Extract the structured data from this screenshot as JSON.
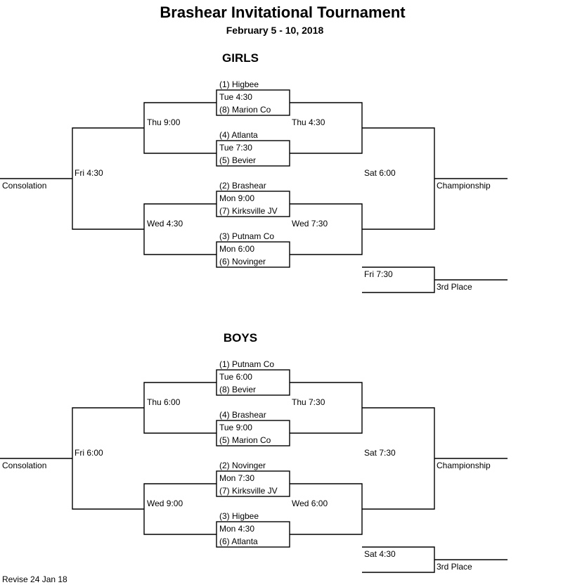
{
  "header": {
    "title": "Brashear Invitational Tournament",
    "dates": "February 5 - 10, 2018"
  },
  "girls": {
    "heading": "GIRLS",
    "games": [
      {
        "seed_top": "(1) Higbee",
        "time": "Tue 4:30",
        "seed_bottom": "(8) Marion Co"
      },
      {
        "seed_top": "(4) Atlanta",
        "time": "Tue 7:30",
        "seed_bottom": "(5) Bevier"
      },
      {
        "seed_top": "(2) Brashear",
        "time": "Mon 9:00",
        "seed_bottom": "(7) Kirksville JV"
      },
      {
        "seed_top": "(3) Putnam Co",
        "time": "Mon 6:00",
        "seed_bottom": "(6) Novinger"
      }
    ],
    "cons_semi_top": "Thu 9:00",
    "cons_semi_bottom": "Wed 4:30",
    "cons_final": "Fri 4:30",
    "consolation": "Consolation",
    "semi_top": "Thu 4:30",
    "semi_bottom": "Wed 7:30",
    "final": "Sat 6:00",
    "championship": "Championship",
    "third_time": "Fri 7:30",
    "third_place": "3rd Place"
  },
  "boys": {
    "heading": "BOYS",
    "games": [
      {
        "seed_top": "(1) Putnam Co",
        "time": "Tue 6:00",
        "seed_bottom": "(8) Bevier"
      },
      {
        "seed_top": "(4) Brashear",
        "time": "Tue 9:00",
        "seed_bottom": "(5) Marion Co"
      },
      {
        "seed_top": "(2) Novinger",
        "time": "Mon 7:30",
        "seed_bottom": "(7) Kirksville JV"
      },
      {
        "seed_top": "(3) Higbee",
        "time": "Mon 4:30",
        "seed_bottom": "(6) Atlanta"
      }
    ],
    "cons_semi_top": "Thu 6:00",
    "cons_semi_bottom": "Wed 9:00",
    "cons_final": "Fri 6:00",
    "consolation": "Consolation",
    "semi_top": "Thu 7:30",
    "semi_bottom": "Wed 6:00",
    "final": "Sat 7:30",
    "championship": "Championship",
    "third_time": "Sat 4:30",
    "third_place": "3rd Place"
  },
  "footer": {
    "revision": "Revise 24 Jan 18"
  }
}
